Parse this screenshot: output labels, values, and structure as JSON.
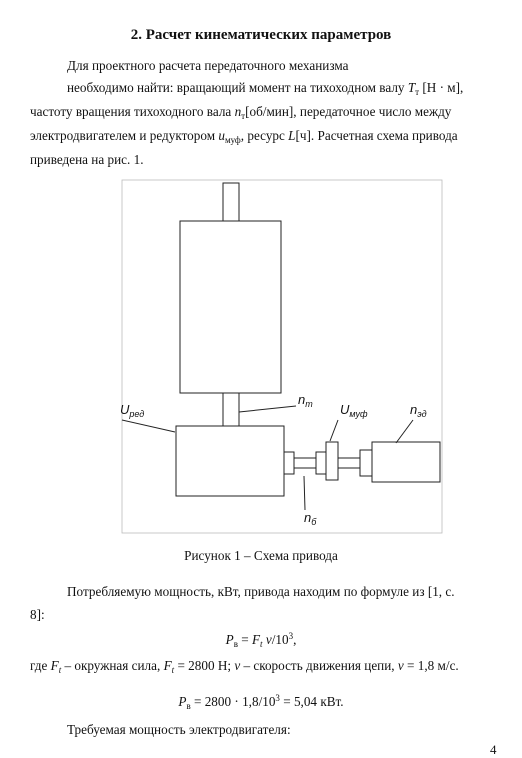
{
  "heading": "2. Расчет кинематических параметров",
  "para1": {
    "line1": "Для проектного расчета передаточного механизма",
    "line2_text": "необходимо найти: вращающий момент на тихоходном валу ",
    "line2_sym": "T",
    "line2_sub": "т",
    "line2_unit": " [Н · м],",
    "line3_pre": "частоту вращения тихоходного вала ",
    "line3_sym": "n",
    "line3_sub": "т",
    "line3_post": "[об/мин], передаточное число между",
    "line4_pre": "электродвигателем и редуктором ",
    "line4_sym": "u",
    "line4_sub": "муф",
    "line4_mid": ", ресурс ",
    "line4_sym2": "L",
    "line4_post": "[ч]. Расчетная схема привода",
    "line5": "приведена на рис. 1."
  },
  "figure": {
    "labels": {
      "u_red": "U",
      "u_red_sub": "ред",
      "n_t": "n",
      "n_t_sub": "т",
      "u_muf": "U",
      "u_muf_sub": "муф",
      "n_ed": "n",
      "n_ed_sub": "эд",
      "n_b": "n",
      "n_b_sub": "б"
    },
    "caption": "Рисунок 1 –  Схема привода"
  },
  "para2": {
    "line1": "Потребляемую мощность, кВт, привода находим по формуле из [1, с.",
    "line2": "8]:"
  },
  "formula1": {
    "lhs": "P",
    "lhs_sub": "в",
    "eq": " = ",
    "f": "F",
    "f_sub": "t",
    "v": " v",
    "tail": "/10",
    "exp": "3",
    "end": ","
  },
  "where_line": {
    "part1": "где ",
    "f1": "F",
    "f1_sub": "t",
    "part2": " – окружная сила, ",
    "f2": "F",
    "f2_sub": "t",
    "part3": " = 2800 Н; ",
    "v": "v",
    "part4": " – скорость движения цепи, ",
    "v2": "v",
    "part5": " = 1,8 м/с."
  },
  "formula2": {
    "lhs": "P",
    "lhs_sub": "в",
    "body": " = 2800 · 1,8/10",
    "exp": "3",
    "end": " = 5,04 кВт."
  },
  "para3": "Требуемая мощность электродвигателя:",
  "page_number": "4"
}
